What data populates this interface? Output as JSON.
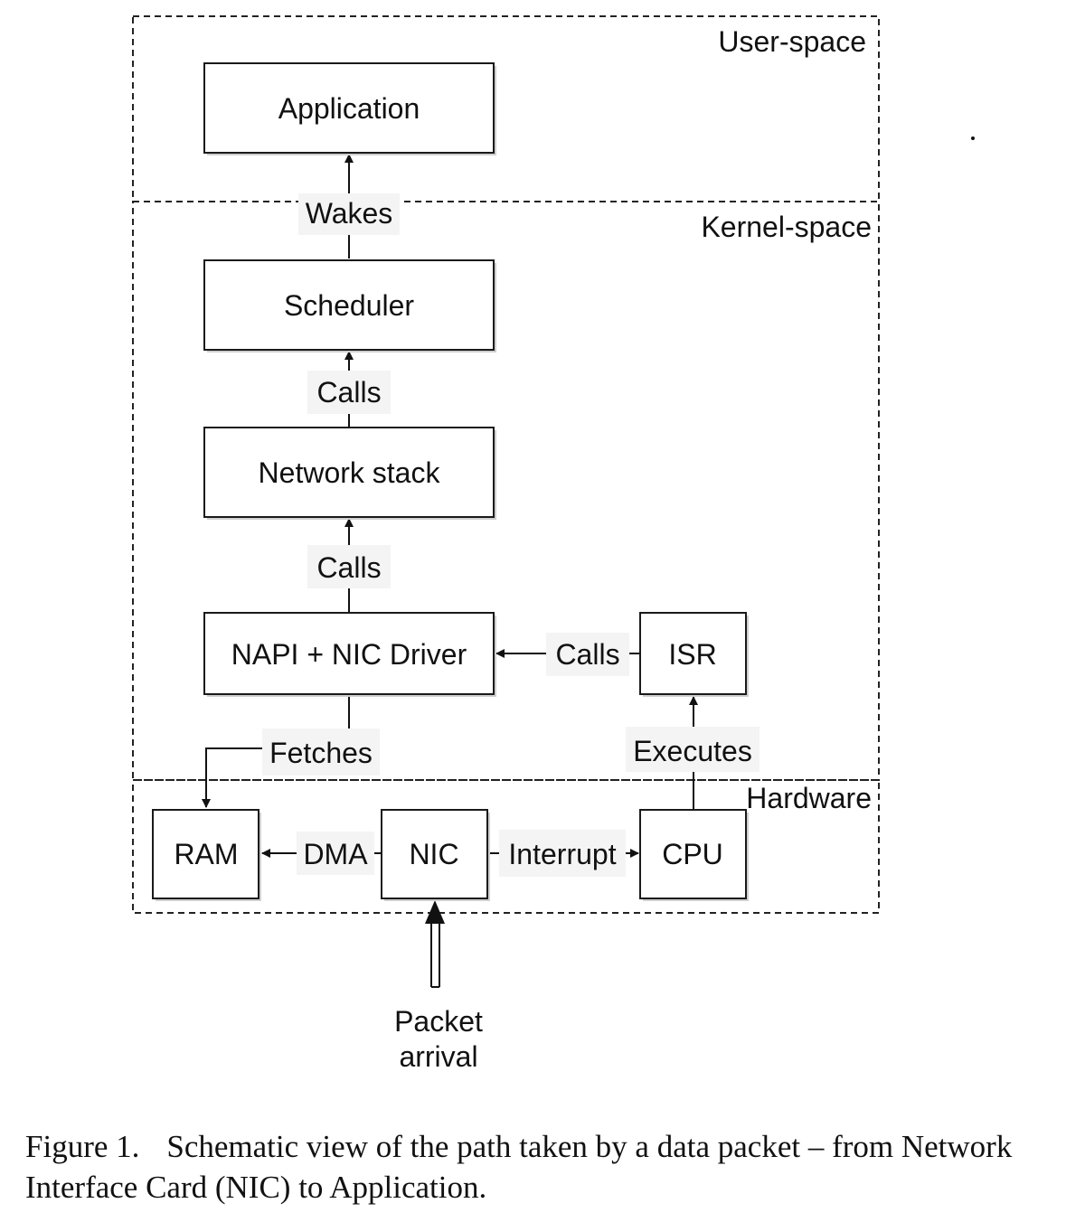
{
  "regions": {
    "user_space": "User-space",
    "kernel_space": "Kernel-space",
    "hardware": "Hardware"
  },
  "nodes": {
    "application": "Application",
    "scheduler": "Scheduler",
    "network_stack": "Network stack",
    "napi_driver": "NAPI + NIC Driver",
    "isr": "ISR",
    "ram": "RAM",
    "nic": "NIC",
    "cpu": "CPU"
  },
  "edges": {
    "wakes": "Wakes",
    "calls_scheduler": "Calls",
    "calls_stack": "Calls",
    "calls_isr": "Calls",
    "fetches": "Fetches",
    "executes": "Executes",
    "dma": "DMA",
    "interrupt": "Interrupt"
  },
  "input": {
    "line1": "Packet",
    "line2": "arrival"
  },
  "caption": {
    "number": "Figure 1.",
    "text": "Schematic view of the path taken by a data packet – from Network Interface Card (NIC) to Application."
  }
}
